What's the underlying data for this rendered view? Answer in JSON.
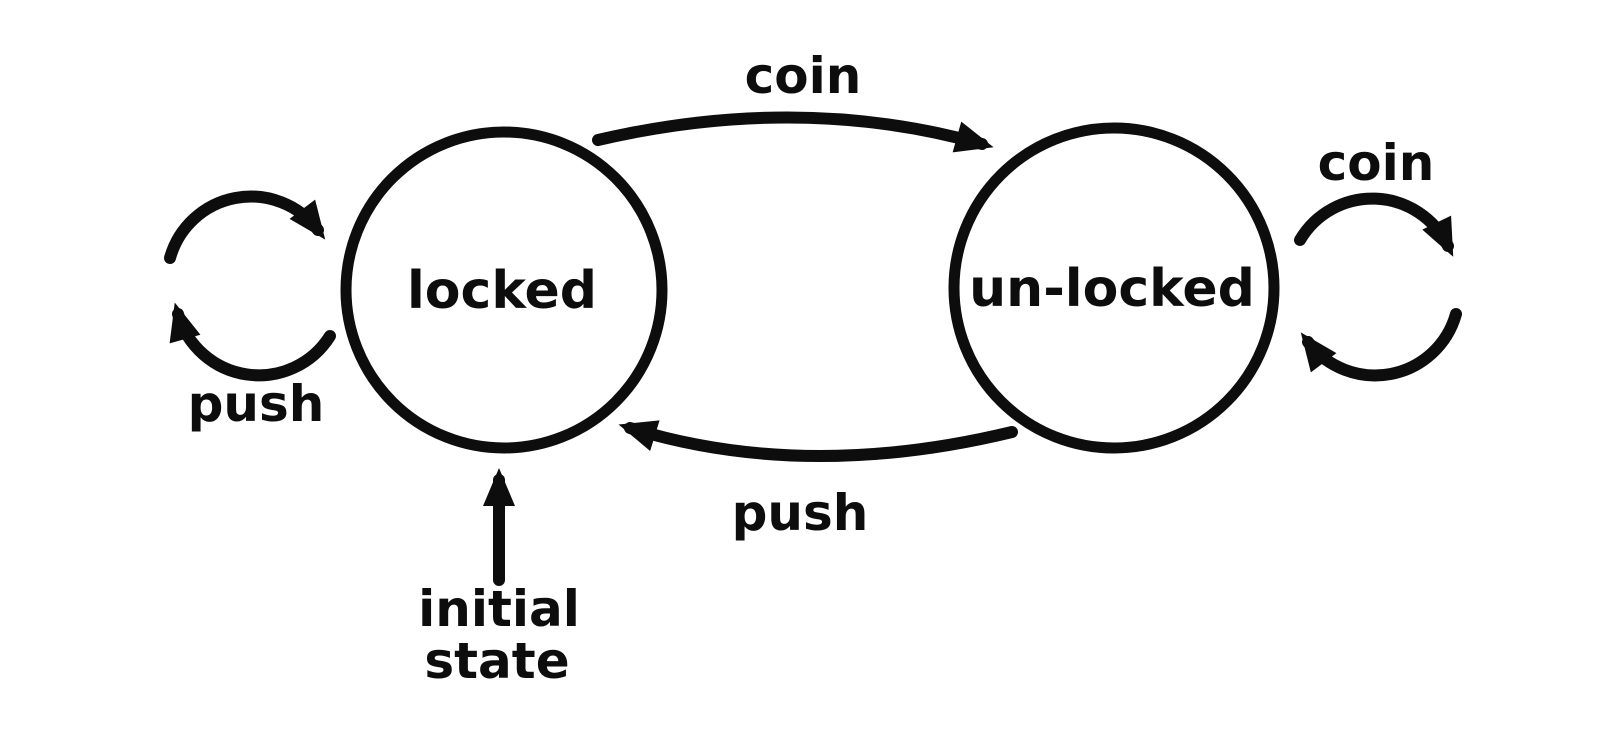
{
  "diagram": {
    "kind": "finite-state-machine"
  },
  "colors": {
    "ink": "#0d0d0d",
    "background": "#ffffff"
  },
  "states": [
    {
      "id": "locked",
      "label": "locked",
      "initial": true
    },
    {
      "id": "unlocked",
      "label": "un-locked",
      "initial": false
    }
  ],
  "transitions": [
    {
      "from": "locked",
      "to": "unlocked",
      "label": "coin",
      "placement": "top-arc"
    },
    {
      "from": "unlocked",
      "to": "locked",
      "label": "push",
      "placement": "bottom-arc"
    },
    {
      "from": "locked",
      "to": "locked",
      "label": "push",
      "placement": "left-self-loop"
    },
    {
      "from": "unlocked",
      "to": "unlocked",
      "label": "coin",
      "placement": "right-self-loop"
    }
  ],
  "initial_marker": {
    "line1": "initial",
    "line2": "state",
    "points_to": "locked"
  }
}
